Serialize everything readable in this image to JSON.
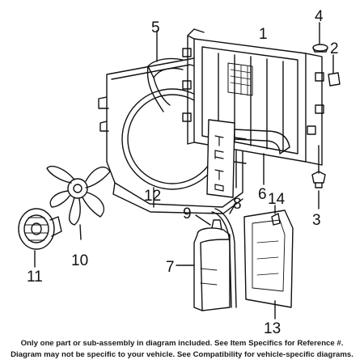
{
  "callouts": {
    "c1": "1",
    "c2": "2",
    "c3": "3",
    "c4": "4",
    "c5": "5",
    "c6": "6",
    "c7": "7",
    "c8": "8",
    "c9": "9",
    "c10": "10",
    "c11": "11",
    "c12": "12",
    "c13": "13",
    "c14": "14"
  },
  "caption": {
    "line1": "Only one part or sub-assembly in diagram included. See Item Specifics for Reference #.",
    "line2": "Diagram may not be specific to your vehicle. See Compatibility for vehicle-specific diagrams."
  },
  "colors": {
    "ink": "#111111",
    "background": "#ffffff"
  }
}
